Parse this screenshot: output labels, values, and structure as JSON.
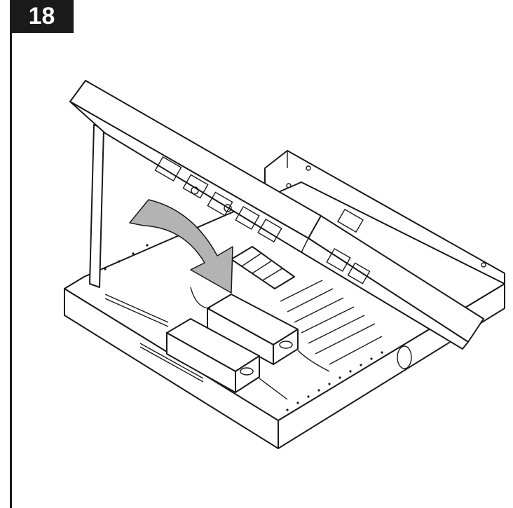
{
  "step": {
    "number": "18"
  },
  "colors": {
    "badge_bg": "#1a1a1a",
    "badge_text": "#ffffff",
    "arrow_fill": "#b3b3b3",
    "line": "#1a1a1a"
  },
  "illustration": {
    "subject": "enclosure-with-open-hinged-lid",
    "arrow": "curved-arrow-pointing-down-into-enclosure"
  }
}
